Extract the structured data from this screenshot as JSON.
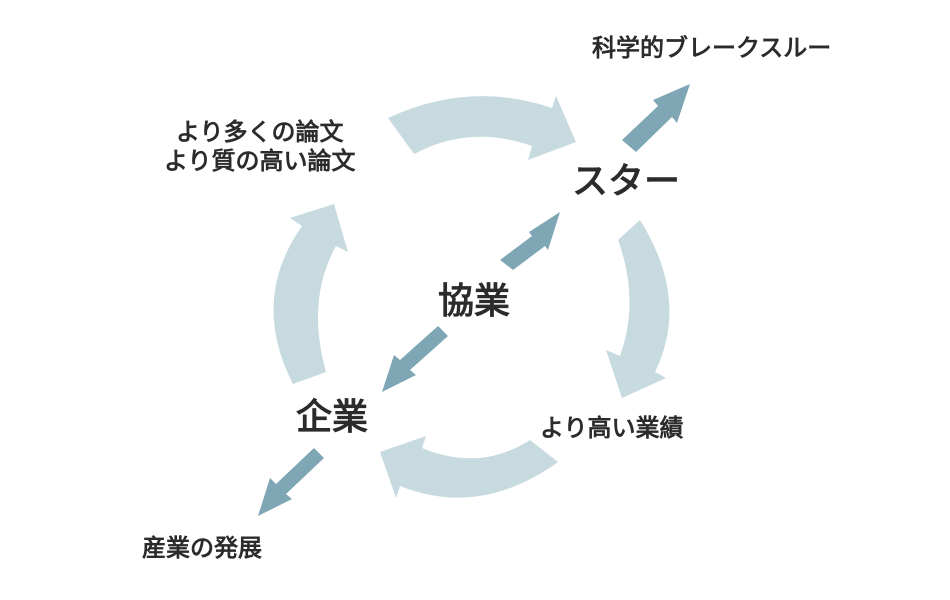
{
  "nodes": {
    "star": "スター",
    "kyogyo": "協業",
    "kigyo": "企業",
    "breakthrough": "科学的ブレークスルー",
    "performance": "より高い業績",
    "industry": "産業の発展",
    "papers_line1": "より多くの論文",
    "papers_line2": "より質の高い論文"
  },
  "colors": {
    "cycle_arrow": "#c6dadf",
    "diagonal_arrow": "#7fa6b4",
    "text": "#2b2b2b"
  }
}
